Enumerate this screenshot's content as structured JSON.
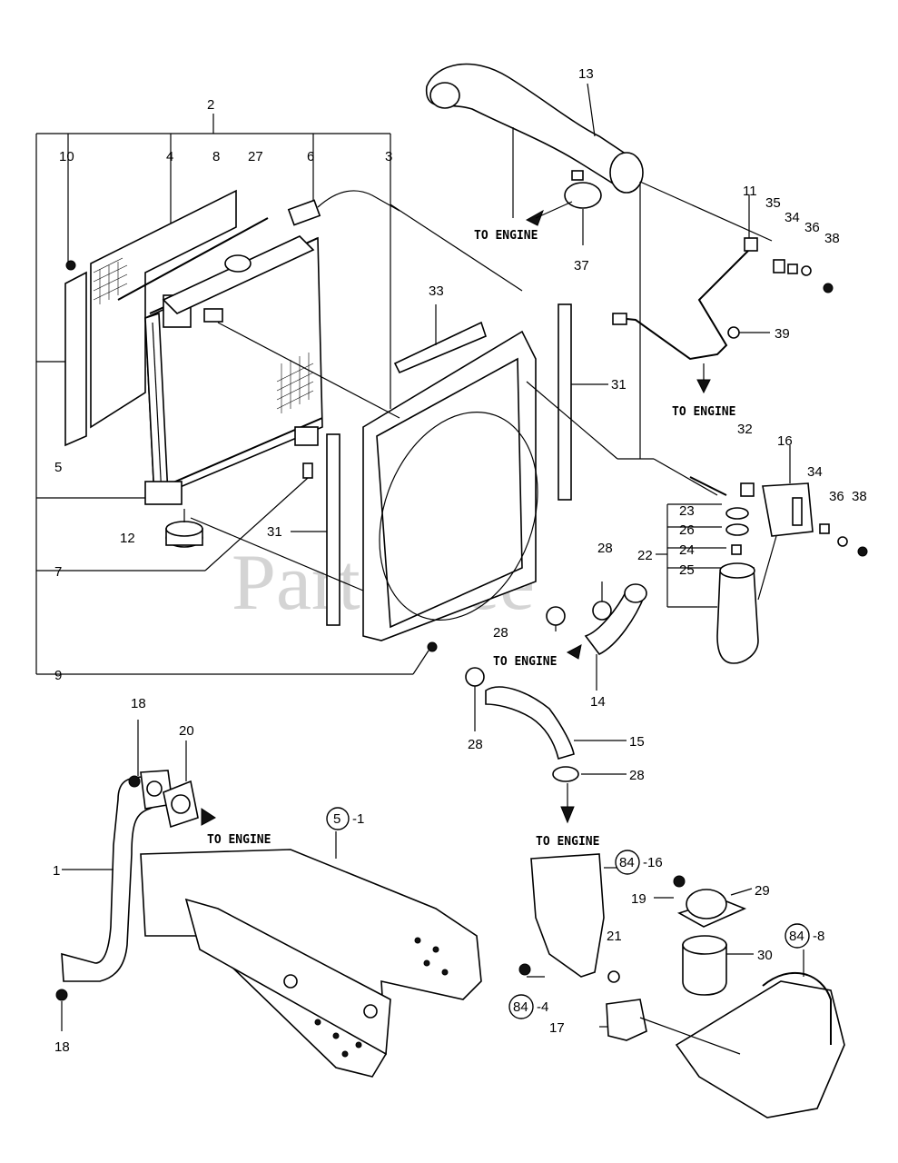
{
  "watermark": "PartsTree",
  "callouts": {
    "c1": "1",
    "c2": "2",
    "c3": "3",
    "c4": "4",
    "c5": "5",
    "c6": "6",
    "c7": "7",
    "c8": "8",
    "c9": "9",
    "c10": "10",
    "c11": "11",
    "c12": "12",
    "c13": "13",
    "c14": "14",
    "c15": "15",
    "c16": "16",
    "c17": "17",
    "c18a": "18",
    "c18b": "18",
    "c19": "19",
    "c20": "20",
    "c21": "21",
    "c22": "22",
    "c23": "23",
    "c24": "24",
    "c25": "25",
    "c26": "26",
    "c27": "27",
    "c28a": "28",
    "c28b": "28",
    "c28c": "28",
    "c28d": "28",
    "c29": "29",
    "c30": "30",
    "c31a": "31",
    "c31b": "31",
    "c32": "32",
    "c33": "33",
    "c34a": "34",
    "c34b": "34",
    "c35": "35",
    "c36a": "36",
    "c36b": "36",
    "c37": "37",
    "c38a": "38",
    "c38b": "38",
    "c39": "39"
  },
  "notes": {
    "to_engine_1": "TO ENGINE",
    "to_engine_2": "TO ENGINE",
    "to_engine_3": "TO ENGINE",
    "to_engine_4": "TO ENGINE",
    "to_engine_5": "TO ENGINE"
  },
  "refs": {
    "r5": "5",
    "r5_suffix": "-1",
    "r84a": "84",
    "r84a_suffix": "-16",
    "r84b": "84",
    "r84b_suffix": "-8",
    "r84c": "84",
    "r84c_suffix": "-4"
  }
}
